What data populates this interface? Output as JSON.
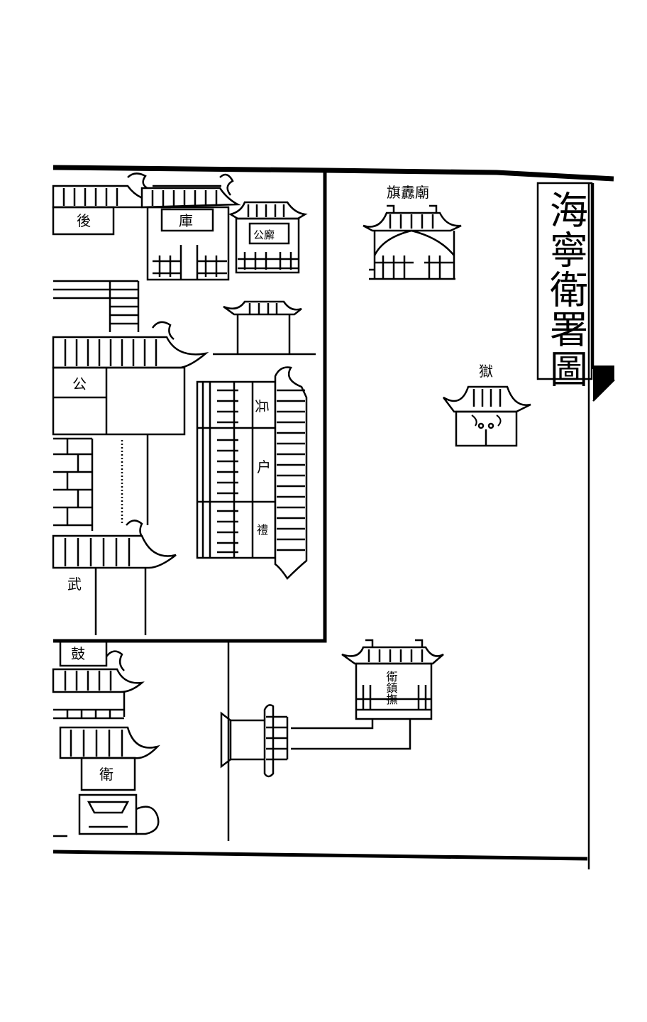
{
  "map": {
    "title": "海寧衛署圖",
    "labels": {
      "rear_hall": "後",
      "storehouse": "庫",
      "office_building": "公廨",
      "main_hall": "公",
      "army_office": "兵",
      "revenue_office": "户",
      "rites_office": "禮",
      "military_hall": "武",
      "drum_tower": "鼓",
      "guard_gate": "衛",
      "garrison_office": "衛鎮撫",
      "banner_temple": "旗纛廟",
      "prison": "獄"
    },
    "colors": {
      "ink": "#000000",
      "paper": "#ffffff"
    }
  }
}
